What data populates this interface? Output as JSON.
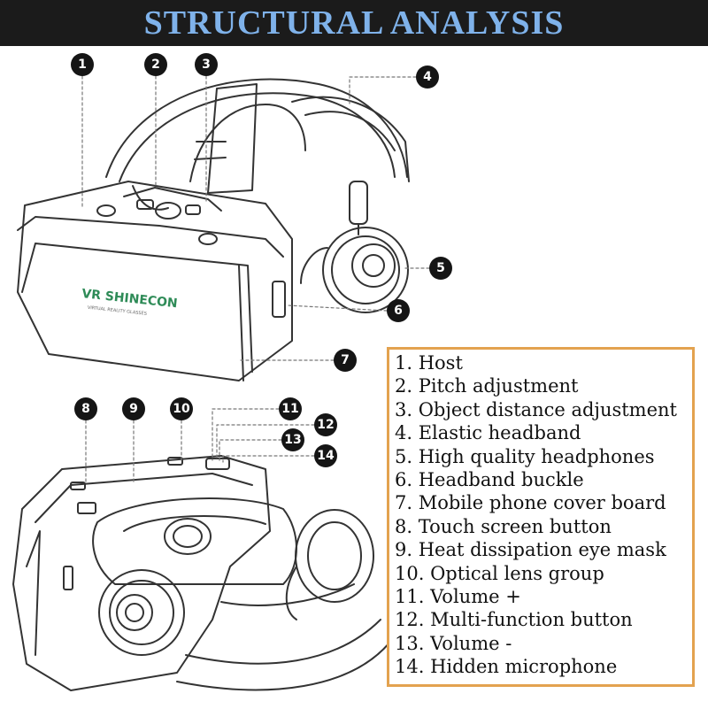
{
  "title": "STRUCTURAL ANALYSIS",
  "brand": {
    "logo_text": "VR SHINECON",
    "logo_subtext": "VIRTUAL REALITY GLASSES"
  },
  "callouts": [
    "1",
    "2",
    "3",
    "4",
    "5",
    "6",
    "7",
    "8",
    "9",
    "10",
    "11",
    "12",
    "13",
    "14"
  ],
  "legend": [
    "1. Host",
    "2. Pitch adjustment",
    "3. Object distance adjustment",
    "4. Elastic headband",
    "5. High quality headphones",
    "6. Headband buckle",
    "7. Mobile phone cover board",
    "8. Touch screen button",
    "9. Heat dissipation eye mask",
    "10. Optical lens group",
    "11. Volume +",
    "12. Multi-function button",
    "13. Volume -",
    "14. Hidden microphone"
  ],
  "colors": {
    "title_bar": "#1b1b1b",
    "title_text": "#7fb2ea",
    "legend_border": "#e3a24f",
    "badge": "#151515",
    "line_art": "#333333"
  }
}
